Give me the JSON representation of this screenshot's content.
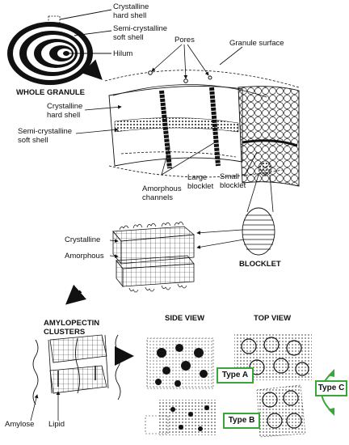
{
  "labels": {
    "crystalline_hard_shell_top": "Crystalline\nhard shell",
    "semi_crystalline_soft_shell_top": "Semi-crystalline\nsoft shell",
    "hilum": "Hilum",
    "whole_granule": "WHOLE GRANULE",
    "pores": "Pores",
    "granule_surface": "Granule surface",
    "crystalline_hard_shell_mid": "Crystalline\nhard shell",
    "semi_crystalline_soft_shell_mid": "Semi-crystalline\nsoft shell",
    "amorphous_channels": "Amorphous\nchannels",
    "large_blocklet": "Large\nblocklet",
    "small_blocklet": "Small\nblocklet",
    "crystalline": "Crystalline",
    "amorphous": "Amorphous",
    "blocklet": "BLOCKLET",
    "amylopectin_clusters": "AMYLOPECTIN\nCLUSTERS",
    "amylose": "Amylose",
    "lipid": "Lipid",
    "side_view": "SIDE VIEW",
    "top_view": "TOP VIEW",
    "type_a": "Type A",
    "type_b": "Type B",
    "type_c": "Type C"
  },
  "colors": {
    "ink": "#111111",
    "type_box_border": "#3aa63a",
    "type_c_arrow": "#3aa63a"
  }
}
